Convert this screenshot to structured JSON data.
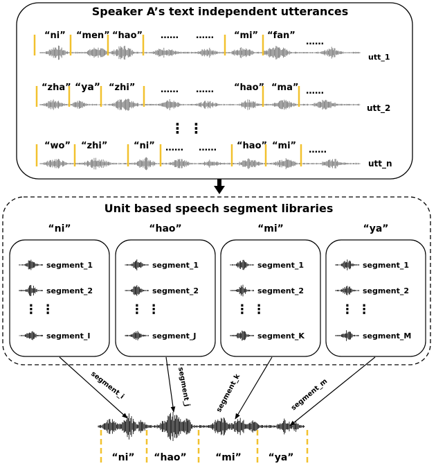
{
  "top_box": {
    "title": "Speaker A’s text independent utterances",
    "utterances": [
      {
        "label": "utt_1",
        "tokens": [
          "“ni”",
          "“men”",
          "“hao”",
          "……",
          "……",
          "“mi”",
          "“fan”",
          "……"
        ]
      },
      {
        "label": "utt_2",
        "tokens": [
          "“zha”",
          "“ya”",
          "“zhi”",
          "……",
          "……",
          "“hao”",
          "“ma”",
          "……"
        ]
      },
      {
        "label": "utt_n",
        "tokens": [
          "“wo”",
          "“zhi”",
          "“ni”",
          "……",
          "……",
          "“hao”",
          "“mi”",
          "……"
        ]
      }
    ],
    "vertical_ellipsis": "⋮ ⋮"
  },
  "libraries": {
    "title": "Unit based speech segment libraries",
    "units": [
      {
        "name": "“ni”",
        "segments": [
          "segment_1",
          "segment_2",
          "segment_I"
        ]
      },
      {
        "name": "“hao”",
        "segments": [
          "segment_1",
          "segment_2",
          "segment_J"
        ]
      },
      {
        "name": "“mi”",
        "segments": [
          "segment_1",
          "segment_2",
          "segment_K"
        ]
      },
      {
        "name": "“ya”",
        "segments": [
          "segment_1",
          "segment_2",
          "segment_M"
        ]
      }
    ],
    "vertical_ellipsis": "⋮ ⋮"
  },
  "selection_arrows": [
    "segment_i",
    "segment_j",
    "segment_k",
    "segment_m"
  ],
  "output": {
    "units": [
      "“ni”",
      "“hao”",
      "“mi”",
      "“ya”"
    ]
  },
  "colors": {
    "boundary": "#f2c12e",
    "ink": "#000000",
    "waveform": "#7a7a7a",
    "waveform_dark": "#111111"
  }
}
